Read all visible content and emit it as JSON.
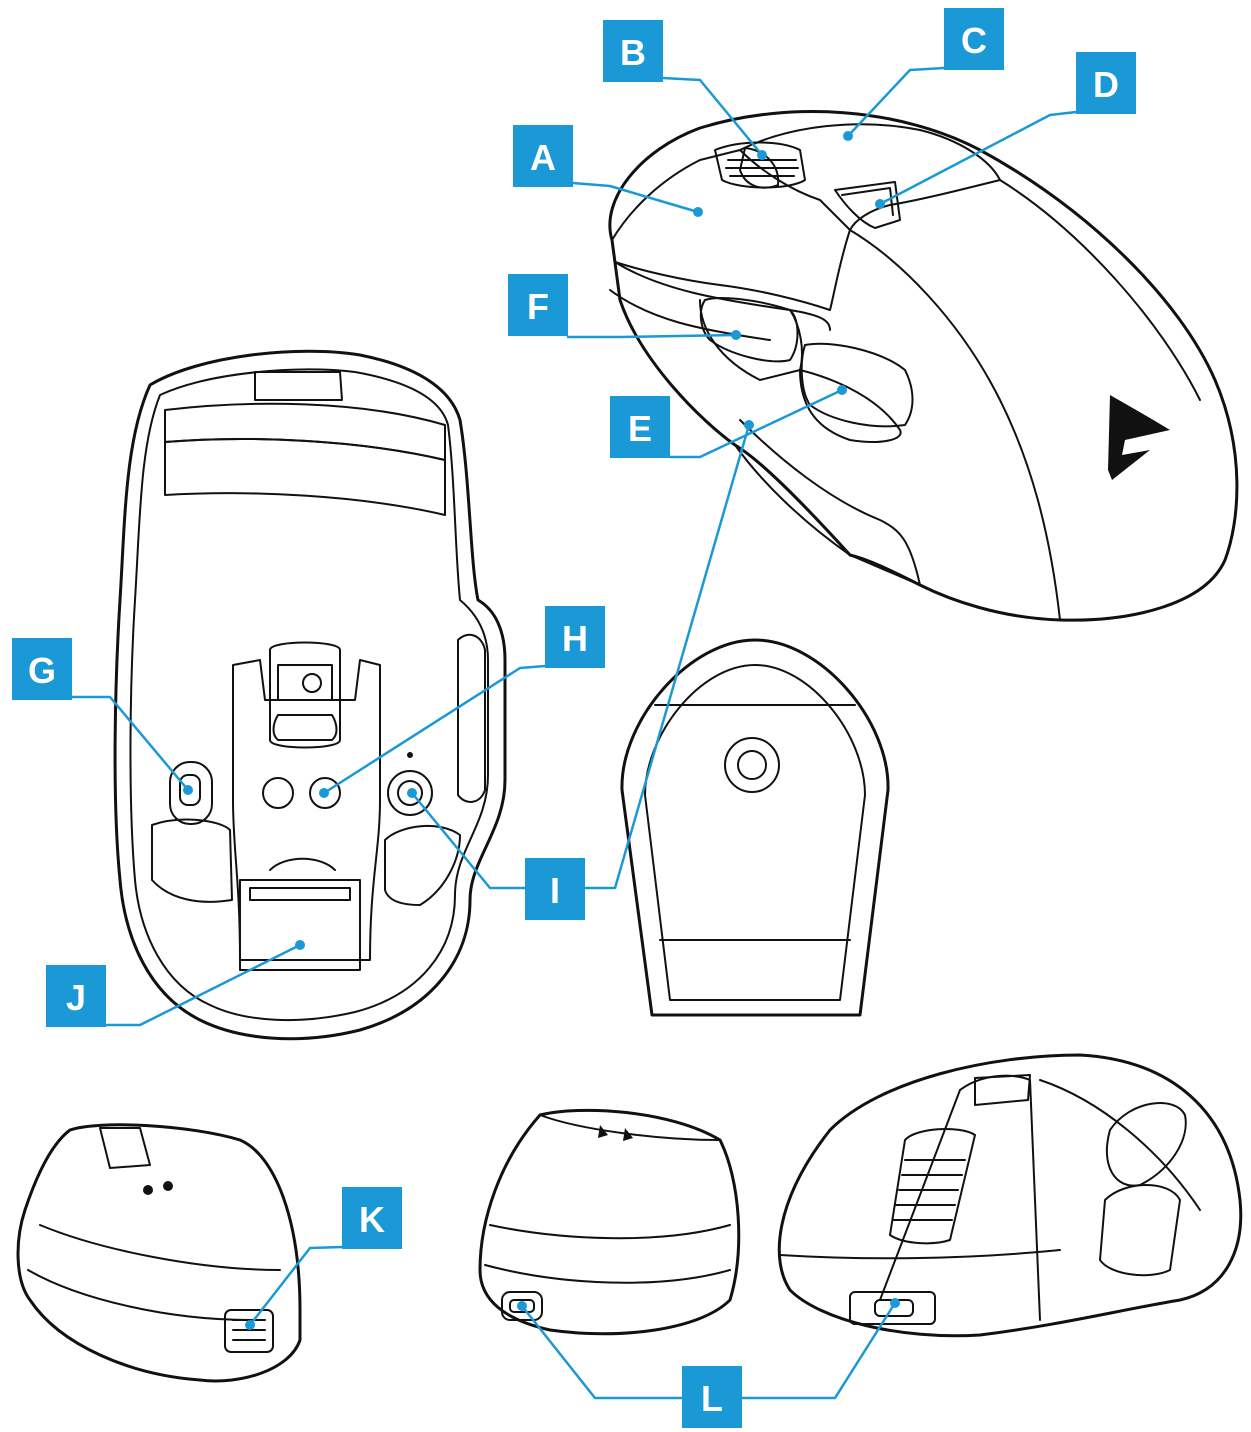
{
  "colors": {
    "callout": "#1A99D6",
    "line_art": "#111111",
    "background": "#FFFFFF"
  },
  "callouts": {
    "a": "A",
    "b": "B",
    "c": "C",
    "d": "D",
    "e": "E",
    "f": "F",
    "g": "G",
    "h": "H",
    "i": "I",
    "j": "J",
    "k": "K",
    "l": "L"
  }
}
